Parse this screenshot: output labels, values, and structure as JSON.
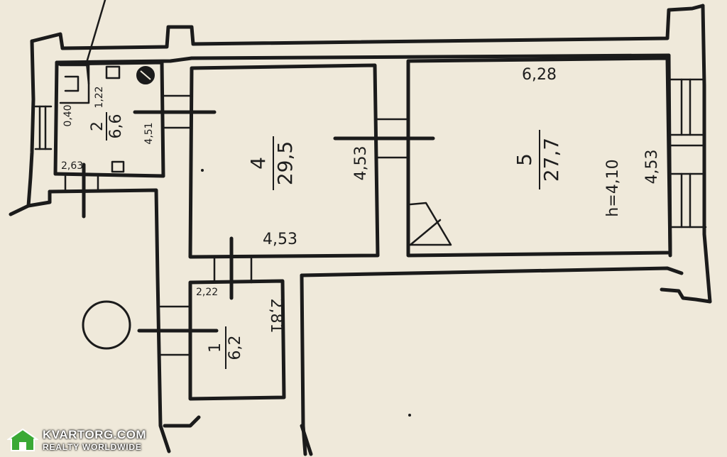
{
  "rooms": [
    {
      "id": "r1",
      "number": "1",
      "area": "6,2",
      "dims": [
        "2,22",
        "2,81"
      ]
    },
    {
      "id": "r2",
      "number": "2",
      "area": "6,6",
      "dims": [
        "2,63",
        "4,51"
      ],
      "extra": [
        "1,22",
        "0,40"
      ]
    },
    {
      "id": "r4",
      "number": "4",
      "area": "29,5",
      "dims": [
        "4,53",
        "4,53"
      ]
    },
    {
      "id": "r5",
      "number": "5",
      "area": "27,7",
      "dims": [
        "6,28",
        "4,53"
      ],
      "height": "h=4,10"
    }
  ],
  "watermark": {
    "site": "KVARTORG.COM",
    "tagline": "REALTY WORLDWIDE"
  },
  "colors": {
    "paper": "#efe9da",
    "ink": "#1b1b1b",
    "logo": "#3aa935"
  }
}
